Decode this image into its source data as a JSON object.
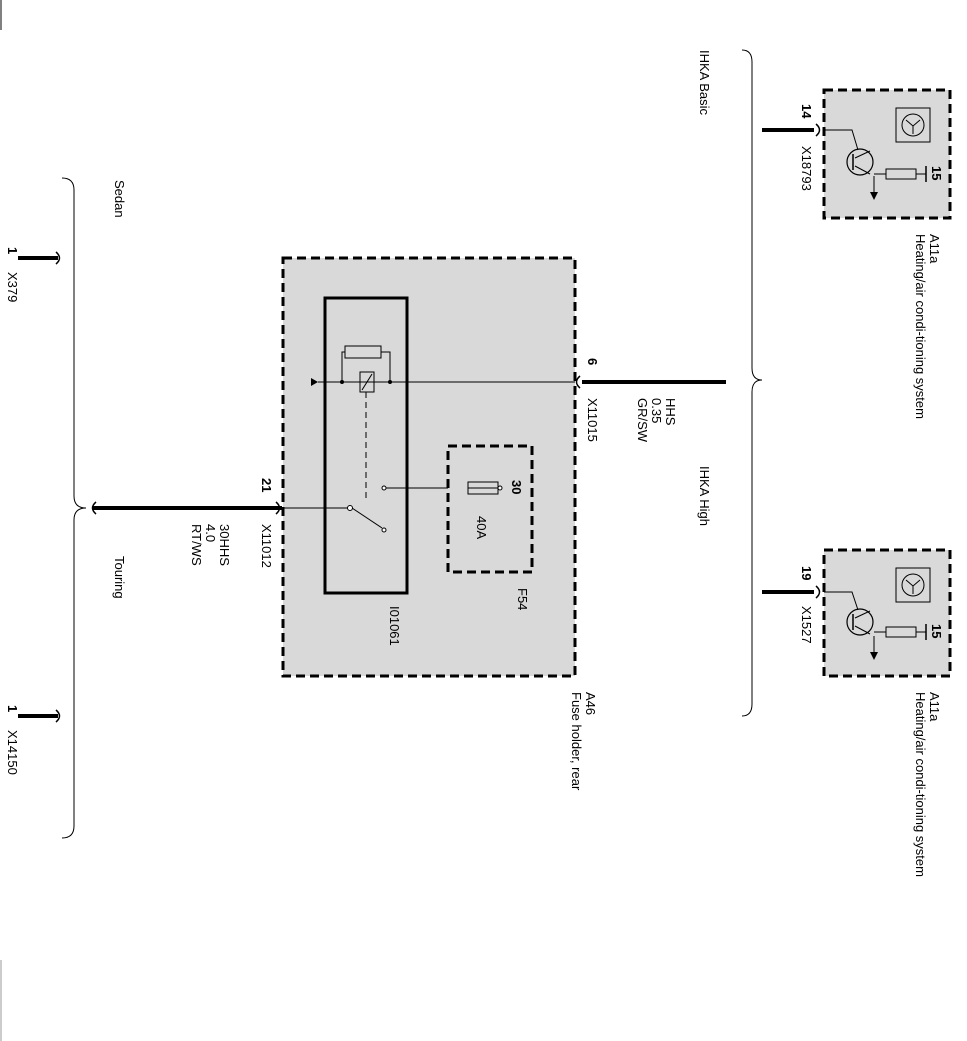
{
  "colors": {
    "box_fill": "#d9d9d9",
    "line": "#000000",
    "background": "#ffffff"
  },
  "variants": {
    "sedan": "Sedan",
    "touring": "Touring",
    "ihka_basic": "IHKA Basic",
    "ihka_high": "IHKA High"
  },
  "connectors": {
    "x379": {
      "pin": "1",
      "name": "X379"
    },
    "x14150": {
      "pin": "1",
      "name": "X14150"
    },
    "x11012": {
      "pin": "21",
      "name": "X11012"
    },
    "x11015": {
      "pin": "6",
      "name": "X11015"
    },
    "x18793": {
      "pin": "14",
      "name": "X18793"
    },
    "x1527": {
      "pin": "19",
      "name": "X1527"
    }
  },
  "wires": {
    "supply": {
      "signal": "30HHS",
      "gauge": "4.0",
      "color": "RT/WS"
    },
    "control": {
      "signal": "HHS",
      "gauge": "0.35",
      "color": "GR/SW"
    }
  },
  "fuse_holder": {
    "id": "A46",
    "description": "Fuse holder, rear",
    "relay_id": "I01061",
    "fuse": {
      "id": "F54",
      "terminal": "30",
      "rating": "40A"
    }
  },
  "modules": {
    "upper": {
      "id": "A11a",
      "description": "Heating/air condi-tioning system",
      "pin": "15"
    },
    "lower": {
      "id": "A11a",
      "description": "Heating/air condi-tioning system",
      "pin": "15"
    }
  },
  "icons": [
    "transistor-icon",
    "control-unit-icon",
    "ground-arrow-icon",
    "relay-coil-icon",
    "fuse-icon"
  ]
}
